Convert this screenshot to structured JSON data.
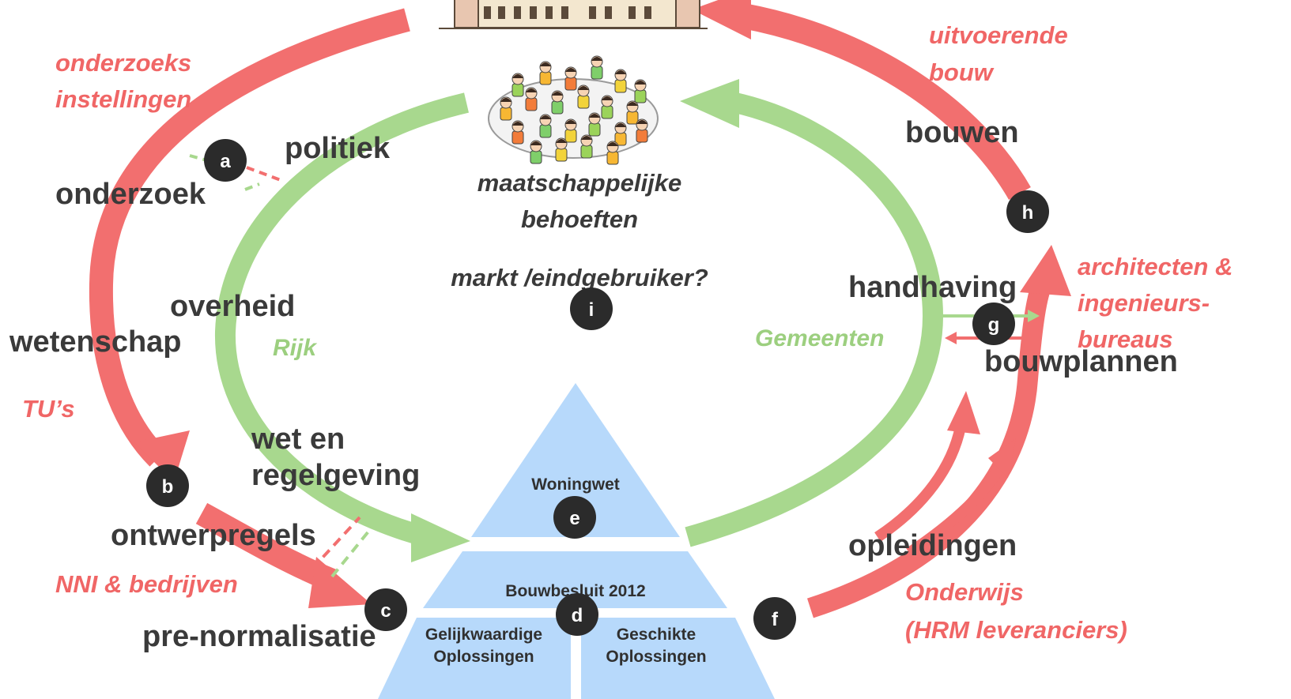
{
  "colors": {
    "red_arrow": "#f26f6f",
    "green_arrow": "#a8d88e",
    "pyramid": "#b7d9fb",
    "badge": "#2b2b2b",
    "dark_text": "#3a3a3a",
    "red_text": "#f06666",
    "green_text": "#9ccf7f"
  },
  "labels": {
    "onderzoek": "onderzoek",
    "wetenschap": "wetenschap",
    "politiek": "politiek",
    "overheid": "overheid",
    "wet_en_1": "wet en",
    "wet_en_2": "regelgeving",
    "ontwerpregels": "ontwerpregels",
    "pre_normalisatie": "pre-normalisatie",
    "bouwen": "bouwen",
    "handhaving": "handhaving",
    "bouwplannen": "bouwplannen",
    "opleidingen": "opleidingen"
  },
  "actors": {
    "onderzoeks": "onderzoeks",
    "instellingen": "instellingen",
    "tus": "TU’s",
    "nni": "NNI & bedrijven",
    "uitvoerende": "uitvoerende",
    "bouw": "bouw",
    "architecten": "architecten &",
    "ingenieurs": "ingenieurs-",
    "bureaus": "bureaus",
    "onderwijs": "Onderwijs",
    "hrm": "(HRM leveranciers)",
    "rijk": "Rijk",
    "gemeenten": "Gemeenten"
  },
  "center": {
    "line1": "maatschappelijke",
    "line2": "behoeften",
    "markt": "markt /eindgebruiker?"
  },
  "pyramid": {
    "top": "Woningwet",
    "middle": "Bouwbesluit 2012",
    "bottom_left_1": "Gelijkwaardige",
    "bottom_left_2": "Oplossingen",
    "bottom_right_1": "Geschikte",
    "bottom_right_2": "Oplossingen"
  },
  "badges": {
    "a": "a",
    "b": "b",
    "c": "c",
    "d": "d",
    "e": "e",
    "f": "f",
    "g": "g",
    "h": "h",
    "i": "i"
  },
  "icons": {
    "crowd": "people-crowd-icon",
    "buildings": "buildings-illustration-icon"
  }
}
